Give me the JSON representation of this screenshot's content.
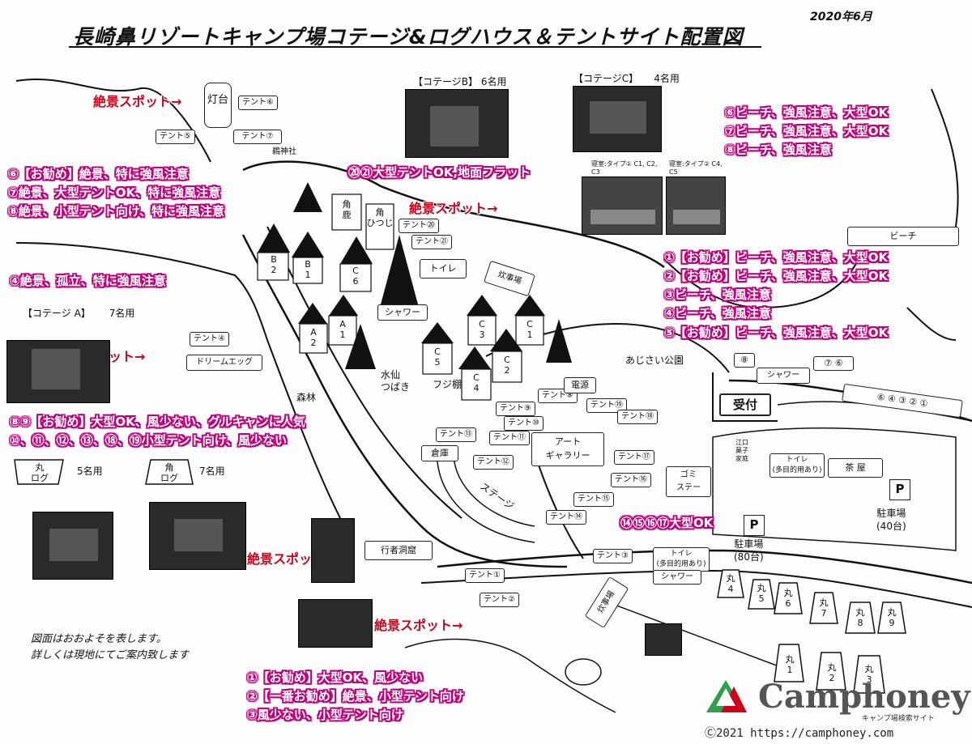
{
  "title": "長崎鼻リゾートキャンプ場コテージ&ログハウス＆テントサイト配置図",
  "date": "2020年6月",
  "spots": [
    "絶景スポット→",
    "絶景スポット→",
    "絶景スポット→",
    "絶景スポット→",
    "絶景スポット→"
  ],
  "notes_top_left": [
    "⑥【お勧め】絶景、特に強風注意",
    "⑦絶景、大型テントOK、特に強風注意",
    "⑧絶景、小型テント向け、特に強風注意"
  ],
  "note_4": "④絶景、孤立、特に強風注意",
  "note_20_21": "⑳㉑大型テントOK,地面フラット",
  "notes_top_right": [
    "⑥ビーチ、強風注意、大型OK",
    "⑦ビーチ、強風注意、大型OK",
    "⑧ビーチ、強風注意"
  ],
  "notes_right": [
    "①【お勧め】ビーチ、強風注意、大型OK",
    "②【お勧め】ビーチ、強風注意、大型OK",
    "③ビーチ、強風注意",
    "④ビーチ、強風注意",
    "⑤【お勧め】ビーチ、強風注意、大型OK"
  ],
  "notes_mid_left": [
    "⑧⑨【お勧め】大型OK、風少ない、グルキャンに人気",
    "⑩、⑪、⑫、⑬、⑱、⑲小型テント向け、風少ない"
  ],
  "note_large": "⑭⑮⑯⑰大型OK",
  "notes_bottom": [
    "①【お勧め】大型OK、風少ない",
    "②【一番お勧め】絶景、小型テント向け",
    "③風少ない、小型テント向け"
  ],
  "disclaimer": [
    "図面はおおよそを表します。",
    "詳しくは現地にてご案内致します"
  ],
  "cottage_b": {
    "label": "【コテージB】",
    "capacity": "6名用"
  },
  "cottage_c": {
    "label": "【コテージC】",
    "capacity": "4名用"
  },
  "cottage_a": {
    "label": "【コテージ A】",
    "capacity": "7名用"
  },
  "maru_log": {
    "label": "丸\nログ",
    "capacity": "5名用"
  },
  "kaku_log": {
    "label": "角\nログ",
    "capacity": "7名用"
  },
  "bedroom_1": "寝室:タイプ① C1, C2, C3",
  "bedroom_2": "寝室:タイプ② C4, C5",
  "lighthouse": "灯台",
  "shrine": "鵜神社",
  "tents": {
    "t1": "テント①",
    "t2": "テント②",
    "t3": "テント③",
    "t4": "テント④",
    "t5": "テント⑤",
    "t6": "テント⑥",
    "t7": "テント⑦",
    "t8": "テント⑧",
    "t9": "テント⑨",
    "t10": "テント⑩",
    "t11": "テント⑪",
    "t12": "テント⑫",
    "t13": "テント⑬",
    "t14": "テント⑭",
    "t15": "テント⑮",
    "t16": "テント⑯",
    "t17": "テント⑰",
    "t18": "テント⑱",
    "t19": "テント⑲",
    "t20": "テント⑳",
    "t21": "テント㉑"
  },
  "facilities": {
    "toilet": "トイレ",
    "cooking": "炊事場",
    "shower": "シャワー",
    "dream_egg": "ドリームエッグ",
    "forest": "森林",
    "suisen": "水仙\nつばき",
    "fuji": "フジ棚",
    "power": "電源",
    "ajisai": "あじさい公園",
    "reception": "受付",
    "shower2": "シャワー",
    "art": "アート\nギャラリー",
    "storage": "倉庫",
    "stage": "ステージ",
    "garbage": "ゴミ\nステー",
    "toilet2": "トイレ\n(多目的用あり)",
    "chaya": "茶 屋",
    "edo": "江口\n菓子\n家庭",
    "gyoja": "行者洞窟",
    "toilet3": "トイレ\n(多目的用あり)",
    "shower3": "シャワー",
    "cooking2": "炊事場",
    "parking1": "駐車場\n(40台)",
    "parking2": "駐車場\n(80台)",
    "parking_p": "P",
    "beach": "ビーチ"
  },
  "beach_numbers": "⑥ ④   ③ ② ①",
  "beach_78": "⑦ ⑥",
  "beach_8": "⑧",
  "cottages": [
    {
      "id": "B2",
      "label": "B\n2"
    },
    {
      "id": "B1",
      "label": "B\n1"
    },
    {
      "id": "C6",
      "label": "C\n6"
    },
    {
      "id": "A2",
      "label": "A\n2"
    },
    {
      "id": "A1",
      "label": "A\n1"
    },
    {
      "id": "C5",
      "label": "C\n5"
    },
    {
      "id": "C3",
      "label": "C\n3"
    },
    {
      "id": "C1",
      "label": "C\n1"
    },
    {
      "id": "C4",
      "label": "C\n4"
    },
    {
      "id": "C2",
      "label": "C\n2"
    }
  ],
  "kaku_huts": [
    {
      "label": "角\n鹿"
    },
    {
      "label": "角\nひつじ"
    }
  ],
  "maru_huts": [
    {
      "label": "丸\n4"
    },
    {
      "label": "丸\n5"
    },
    {
      "label": "丸\n6"
    },
    {
      "label": "丸\n7"
    },
    {
      "label": "丸\n8"
    },
    {
      "label": "丸\n9"
    },
    {
      "label": "丸\n1"
    },
    {
      "label": "丸\n2"
    },
    {
      "label": "丸\n3"
    }
  ],
  "logo": {
    "name": "Camphoney",
    "sub": "キャンプ場検索サイト",
    "copyright": "Ⓒ2021 https://camphoney.com"
  },
  "colors": {
    "accent": "#d0021b",
    "note_outline": "#c0007a",
    "ink": "#111111"
  }
}
